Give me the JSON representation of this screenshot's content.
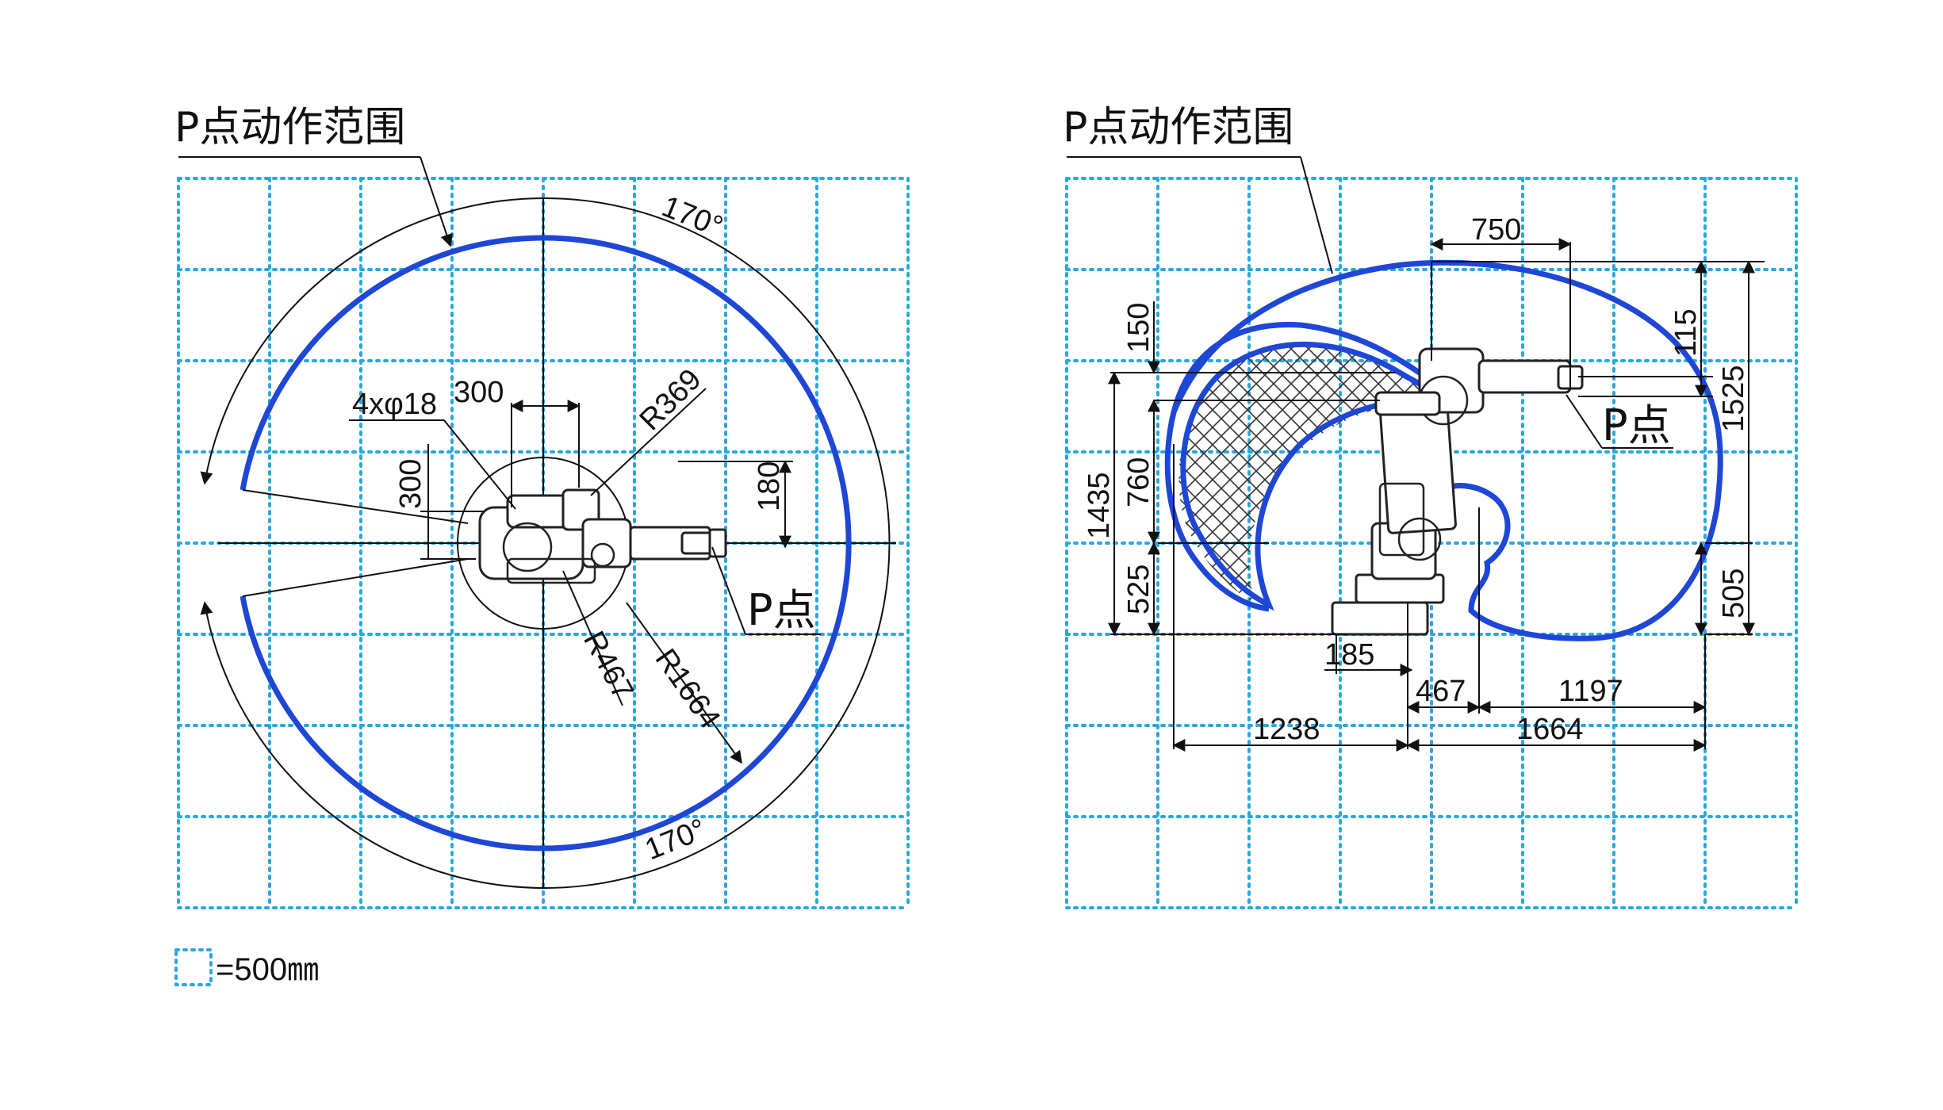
{
  "left_view": {
    "title": "P点动作范围",
    "angle_top": "170°",
    "angle_bottom": "170°",
    "label_holes": "4xφ18",
    "label_300_top": "300",
    "label_300_side": "300",
    "label_r369": "R369",
    "label_r467": "R467",
    "label_r1664": "R1664",
    "label_180": "180",
    "label_p": "P点"
  },
  "right_view": {
    "title": "P点动作范围",
    "label_750": "750",
    "label_150": "150",
    "label_115": "115",
    "label_1525": "1525",
    "label_1435": "1435",
    "label_760": "760",
    "label_525": "525",
    "label_505": "505",
    "label_185": "185",
    "label_467": "467",
    "label_1197": "1197",
    "label_1238": "1238",
    "label_1664": "1664",
    "label_p": "P点"
  },
  "legend": {
    "text": "=500㎜"
  },
  "colors": {
    "grid": "#2aa7e0",
    "envelope": "#1f47d6",
    "lines": "#111111"
  }
}
